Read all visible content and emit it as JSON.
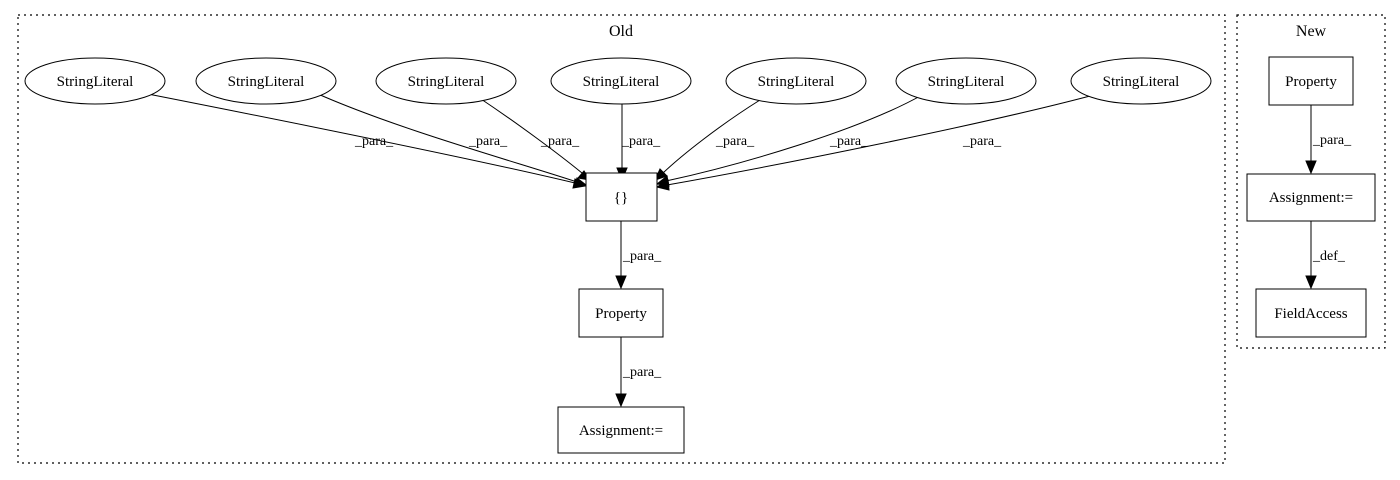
{
  "clusters": {
    "old": {
      "label": "Old"
    },
    "new": {
      "label": "New"
    }
  },
  "nodes": {
    "old_string_1": "StringLiteral",
    "old_string_2": "StringLiteral",
    "old_string_3": "StringLiteral",
    "old_string_4": "StringLiteral",
    "old_string_5": "StringLiteral",
    "old_string_6": "StringLiteral",
    "old_string_7": "StringLiteral",
    "old_array": "{}",
    "old_property": "Property",
    "old_assignment": "Assignment:=",
    "new_property": "Property",
    "new_assignment": "Assignment:=",
    "new_fieldaccess": "FieldAccess"
  },
  "edges": {
    "s1_to_array": "_para_",
    "s2_to_array": "_para_",
    "s3_to_array": "_para_",
    "s4_to_array": "_para_",
    "s5_to_array": "_para_",
    "s6_to_array": "_para_",
    "s7_to_array": "_para_",
    "array_to_property": "_para_",
    "property_to_assignment": "_para_",
    "new_property_to_assignment": "_para_",
    "new_assignment_to_fieldaccess": "_def_"
  }
}
